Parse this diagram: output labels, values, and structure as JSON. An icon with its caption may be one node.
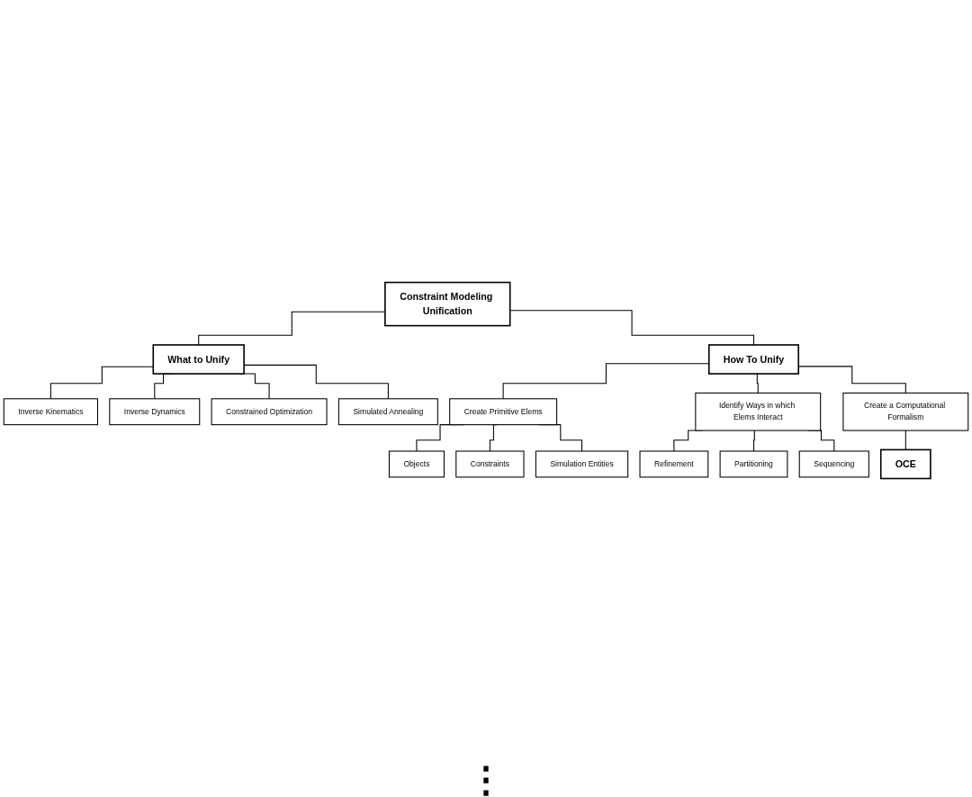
{
  "diagram": {
    "nodes": [
      {
        "text": [
          "Constraint Modeling Unification"
        ]
      },
      {
        "text": [
          "What to Unify"
        ]
      },
      {
        "text": [
          "How To Unify"
        ]
      },
      {
        "text": [
          "Inverse Kinematics"
        ]
      },
      {
        "text": [
          "Inverse Dynamics"
        ]
      },
      {
        "text": [
          "Constrained Optimization"
        ]
      },
      {
        "text": [
          "Simulated Annealing"
        ]
      },
      {
        "text": [
          "Create Primitive Elems"
        ]
      },
      {
        "text": [
          "Identify Ways in which Elems Interact"
        ]
      },
      {
        "text": [
          "Create a Computational Formalism"
        ]
      },
      {
        "text": [
          "Objects"
        ]
      },
      {
        "text": [
          "Constraints"
        ]
      },
      {
        "text": [
          "Simulation Entities"
        ]
      },
      {
        "text": [
          "Refinement"
        ]
      },
      {
        "text": [
          "Partitioning"
        ]
      },
      {
        "text": [
          "Sequencing"
        ]
      },
      {
        "text": [
          "OCE"
        ]
      }
    ],
    "edges": [
      {
        "from": 0,
        "to": 1,
        "arrow": "none"
      },
      {
        "from": 0,
        "to": 2,
        "arrow": "none"
      },
      {
        "from": 1,
        "to": 3,
        "arrow": "none"
      },
      {
        "from": 1,
        "to": 4,
        "arrow": "none"
      },
      {
        "from": 1,
        "to": 5,
        "arrow": "none"
      },
      {
        "from": 1,
        "to": 6,
        "arrow": "none"
      },
      {
        "from": 2,
        "to": 7,
        "arrow": "none"
      },
      {
        "from": 2,
        "to": 8,
        "arrow": "none"
      },
      {
        "from": 2,
        "to": 9,
        "arrow": "none"
      },
      {
        "from": 7,
        "to": 10,
        "arrow": "none"
      },
      {
        "from": 7,
        "to": 11,
        "arrow": "none"
      },
      {
        "from": 7,
        "to": 12,
        "arrow": "none"
      },
      {
        "from": 8,
        "to": 13,
        "arrow": "none"
      },
      {
        "from": 8,
        "to": 14,
        "arrow": "none"
      },
      {
        "from": 8,
        "to": 15,
        "arrow": "none"
      },
      {
        "from": 9,
        "to": 16,
        "arrow": "none"
      }
    ],
    "labels": [
      "⋮"
    ]
  }
}
